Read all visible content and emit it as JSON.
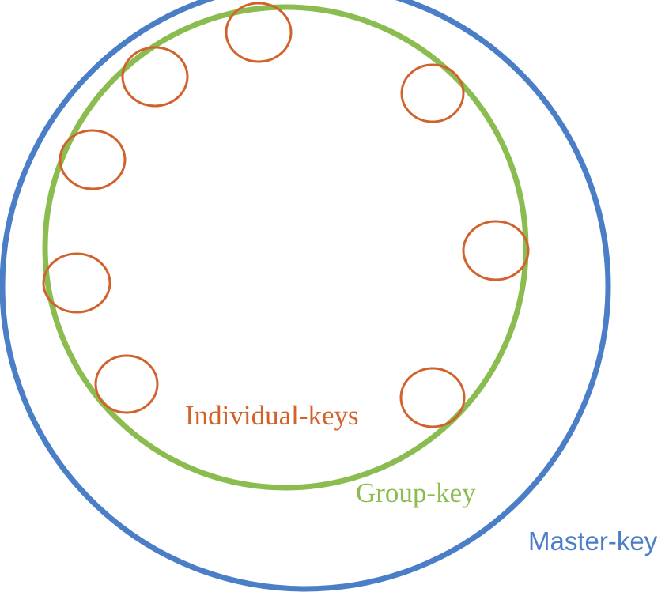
{
  "colors": {
    "master": "#4a7ec6",
    "group": "#8bbc4f",
    "individual": "#d2622b",
    "background": "#ffffff"
  },
  "labels": {
    "individual": "Individual-keys",
    "group": "Group-key",
    "master": "Master-key"
  },
  "individual_key_count": 8
}
